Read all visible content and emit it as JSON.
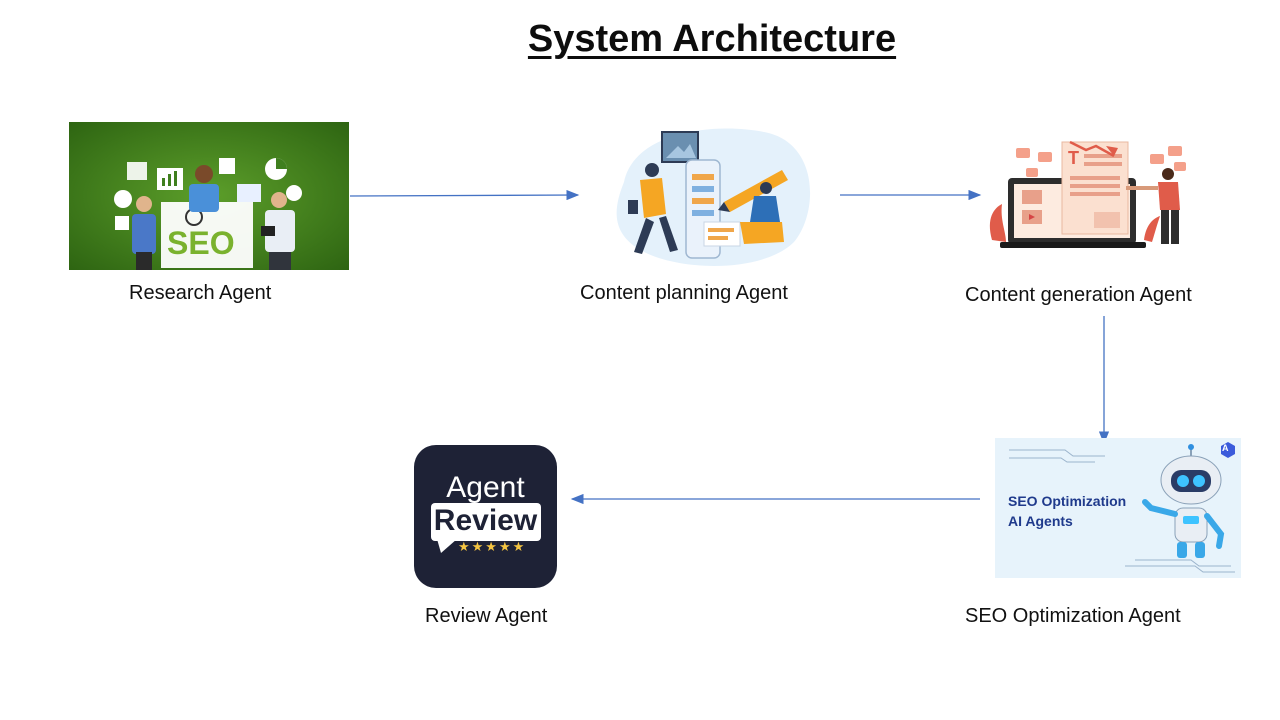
{
  "title": "System Architecture",
  "nodes": {
    "research": {
      "label": "Research Agent",
      "image_text": "SEO"
    },
    "planning": {
      "label": "Content planning Agent"
    },
    "generation": {
      "label": "Content generation Agent"
    },
    "seo": {
      "label": "SEO Optimization Agent",
      "image_line1": "SEO Optimization",
      "image_line2": "AI Agents",
      "badge": "A"
    },
    "review": {
      "label": "Review Agent",
      "logo_line1": "Agent",
      "logo_line2": "Review",
      "stars": "★★★★★"
    }
  },
  "colors": {
    "arrow": "#4472c4",
    "research_bg": "#3f7f1e",
    "review_bg": "#1e2236",
    "seo_text": "#1f3a8c",
    "star": "#f5c542"
  }
}
